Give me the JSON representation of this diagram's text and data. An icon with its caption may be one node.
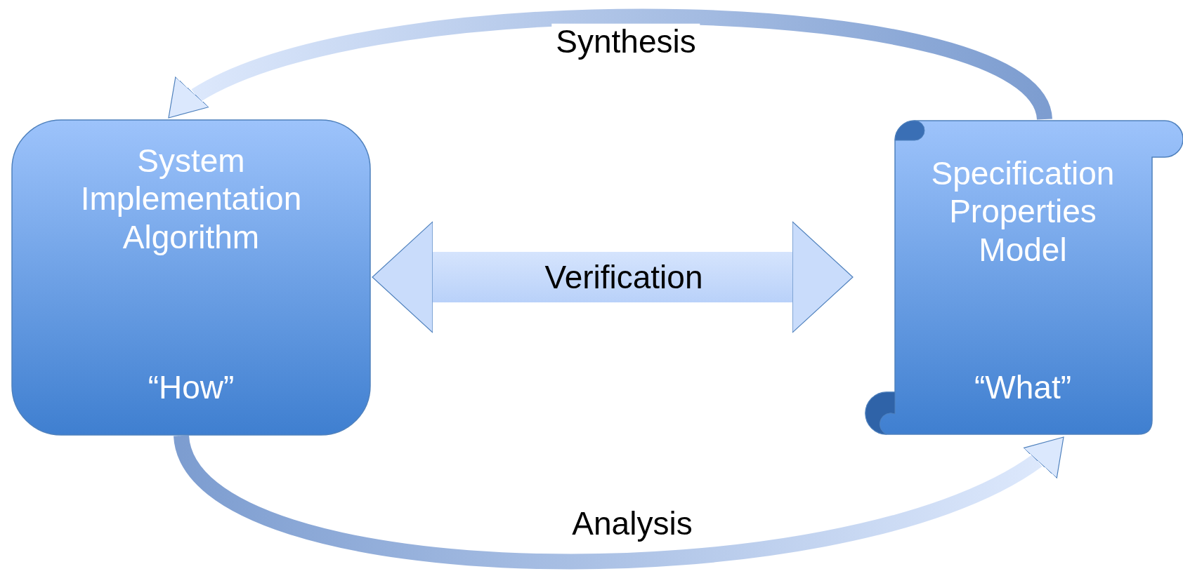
{
  "diagram": {
    "nodes": [
      {
        "text": [
          "System Implementation Algorithm",
          "“How”"
        ]
      },
      {
        "text": [
          "Specification Properties Model",
          "“What”"
        ]
      }
    ],
    "edges": [
      {
        "from": 1,
        "to": 0,
        "arrow": "to",
        "label": "Synthesis",
        "style": "thick"
      },
      {
        "from": 0,
        "to": 1,
        "arrow": "both",
        "label": "Verification",
        "style": "thick"
      },
      {
        "from": 0,
        "to": 1,
        "arrow": "to",
        "label": "Analysis",
        "style": "thick"
      }
    ]
  }
}
